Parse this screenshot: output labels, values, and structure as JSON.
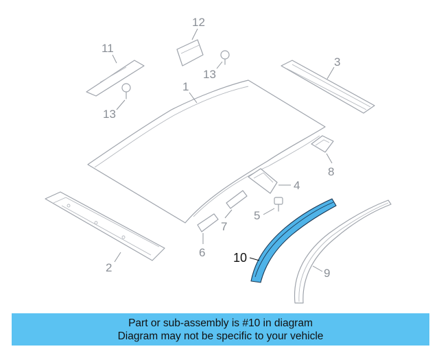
{
  "diagram": {
    "callouts": {
      "c1": "1",
      "c2": "2",
      "c3": "3",
      "c4": "4",
      "c5": "5",
      "c6": "6",
      "c7": "7",
      "c8": "8",
      "c9": "9",
      "c10": "10",
      "c11": "11",
      "c12": "12",
      "c13a": "13",
      "c13b": "13"
    },
    "highlight_color": "#4fb3e8"
  },
  "banner": {
    "line1": "Part or sub-assembly is #10 in diagram",
    "line2": "Diagram may not be specific to your vehicle",
    "background": "#5bc2f2"
  }
}
